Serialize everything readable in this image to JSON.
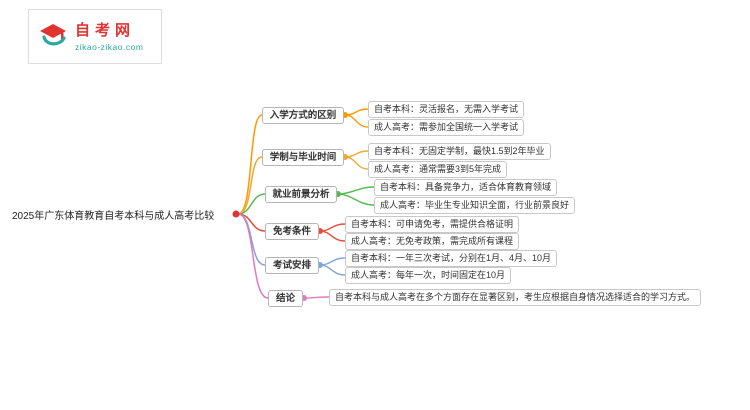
{
  "logo": {
    "site_name": "自考网",
    "site_url": "zikao-zikao.com",
    "brand_red": "#e03433",
    "brand_teal": "#2aa8a0"
  },
  "root": {
    "label": "2025年广东体育教育自考本科与成人高考比较",
    "dot_color": "#e03433"
  },
  "branches": [
    {
      "label": "入学方式的区别",
      "color": "#ff9800",
      "leaves": [
        "自考本科：灵活报名，无需入学考试",
        "成人高考：需参加全国统一入学考试"
      ]
    },
    {
      "label": "学制与毕业时间",
      "color": "#f0a830",
      "leaves": [
        "自考本科：无固定学制，最快1.5到2年毕业",
        "成人高考：通常需要3到5年完成"
      ]
    },
    {
      "label": "就业前景分析",
      "color": "#53b953",
      "leaves": [
        "自考本科：具备竞争力，适合体育教育领域",
        "成人高考：毕业生专业知识全面，行业前景良好"
      ]
    },
    {
      "label": "免考条件",
      "color": "#e74c3c",
      "leaves": [
        "自考本科：可申请免考，需提供合格证明",
        "成人高考：无免考政策，需完成所有课程"
      ]
    },
    {
      "label": "考试安排",
      "color": "#7da7d9",
      "leaves": [
        "自考本科：一年三次考试，分别在1月、4月、10月",
        "成人高考：每年一次，时间固定在10月"
      ]
    },
    {
      "label": "结论",
      "color": "#e07bc0",
      "leaves": [
        "自考本科与成人高考在多个方面存在显著区别，考生应根据自身情况选择适合的学习方式。"
      ]
    }
  ]
}
